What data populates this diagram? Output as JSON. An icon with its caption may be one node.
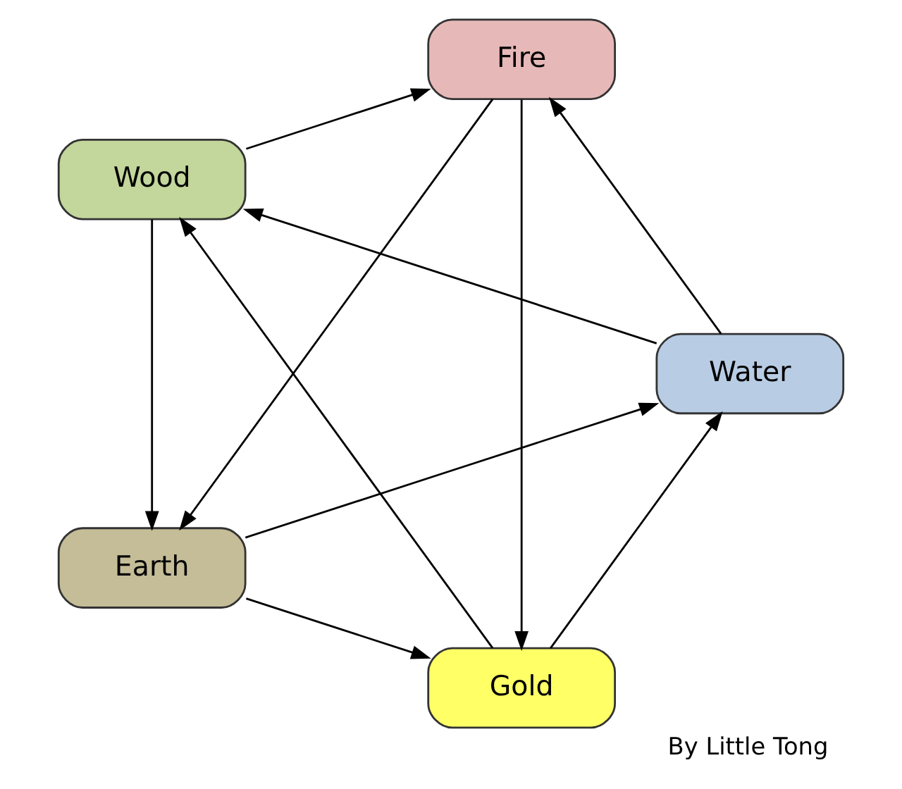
{
  "diagram": {
    "caption": "By Little Tong",
    "nodes": [
      {
        "text": [
          "Gold"
        ]
      },
      {
        "text": [
          "Water"
        ]
      },
      {
        "text": [
          "Wood"
        ]
      },
      {
        "text": [
          "Fire"
        ]
      },
      {
        "text": [
          "Earth"
        ]
      }
    ],
    "edges": [
      {
        "from": 0,
        "to": 1,
        "arrow": "to"
      },
      {
        "from": 1,
        "to": 2,
        "arrow": "to"
      },
      {
        "from": 2,
        "to": 3,
        "arrow": "to"
      },
      {
        "from": 3,
        "to": 4,
        "arrow": "to"
      },
      {
        "from": 4,
        "to": 0,
        "arrow": "to"
      },
      {
        "from": 3,
        "to": 0,
        "arrow": "to"
      },
      {
        "from": 0,
        "to": 2,
        "arrow": "to"
      },
      {
        "from": 2,
        "to": 4,
        "arrow": "to"
      },
      {
        "from": 4,
        "to": 1,
        "arrow": "to"
      },
      {
        "from": 1,
        "to": 3,
        "arrow": "to"
      }
    ]
  }
}
